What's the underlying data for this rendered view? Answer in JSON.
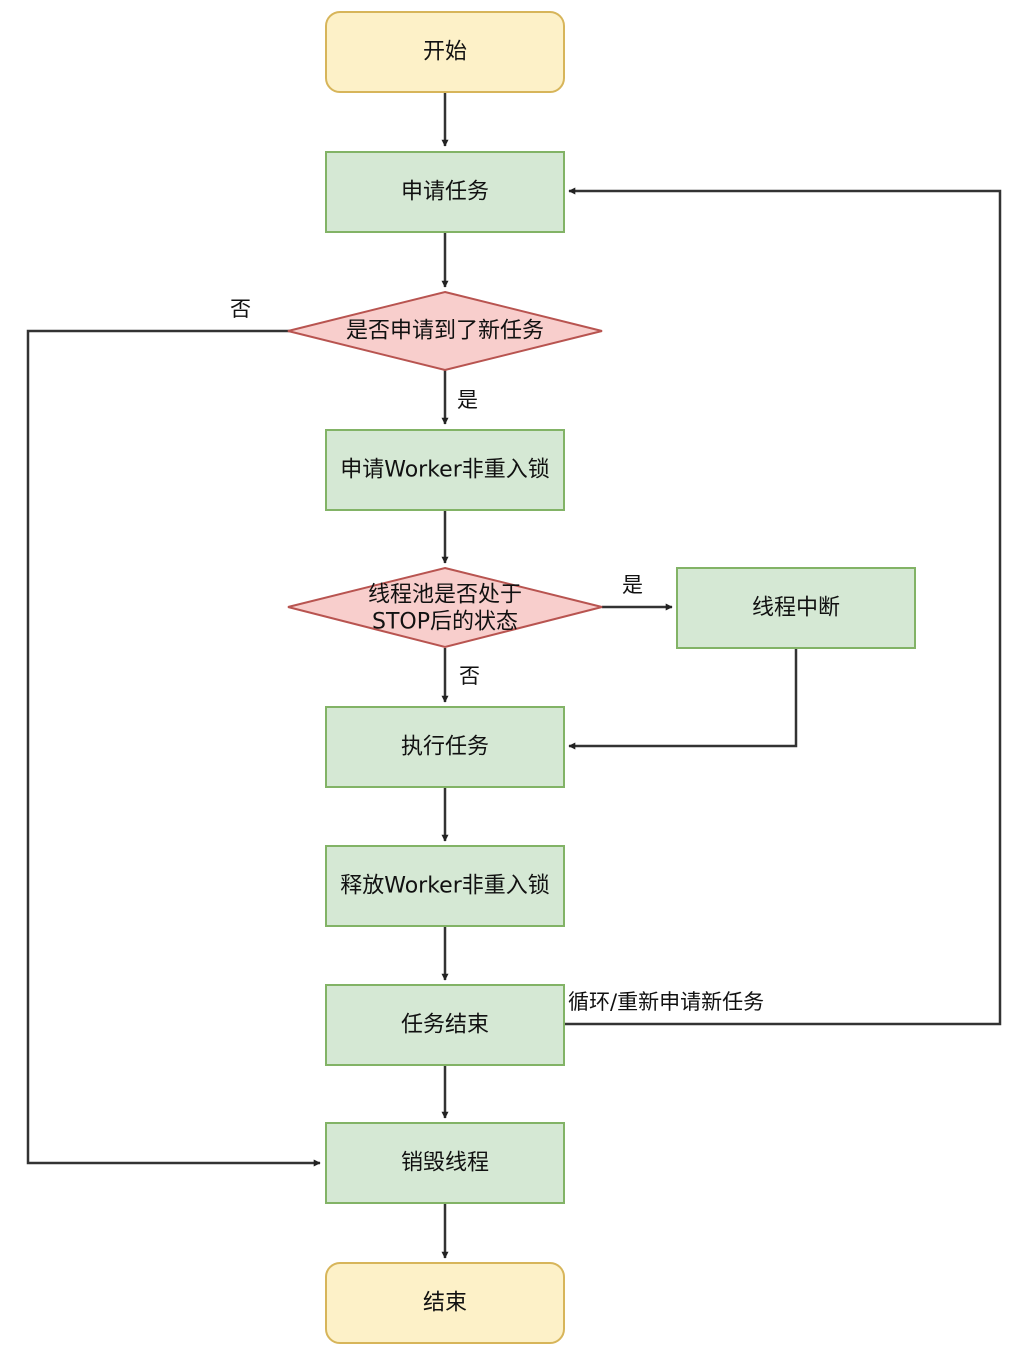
{
  "colors": {
    "terminal_fill": "#fdf1c8",
    "terminal_stroke": "#d7b55a",
    "process_fill": "#d5e8d4",
    "process_stroke": "#82b366",
    "decision_fill": "#f8cecc",
    "decision_stroke": "#b85450",
    "edge": "#333333"
  },
  "nodes": {
    "start": "开始",
    "apply_task": "申请任务",
    "got_new_task": "是否申请到了新任务",
    "acquire_lock": "申请Worker非重入锁",
    "pool_stop_line1": "线程池是否处于",
    "pool_stop_line2": "STOP后的状态",
    "interrupt": "线程中断",
    "run_task": "执行任务",
    "release_lock": "释放Worker非重入锁",
    "task_end": "任务结束",
    "destroy_thread": "销毁线程",
    "end": "结束"
  },
  "edge_labels": {
    "no_new_task": "否",
    "yes_new_task": "是",
    "yes_stop": "是",
    "no_stop": "否",
    "loop_back": "循环/重新申请新任务"
  }
}
